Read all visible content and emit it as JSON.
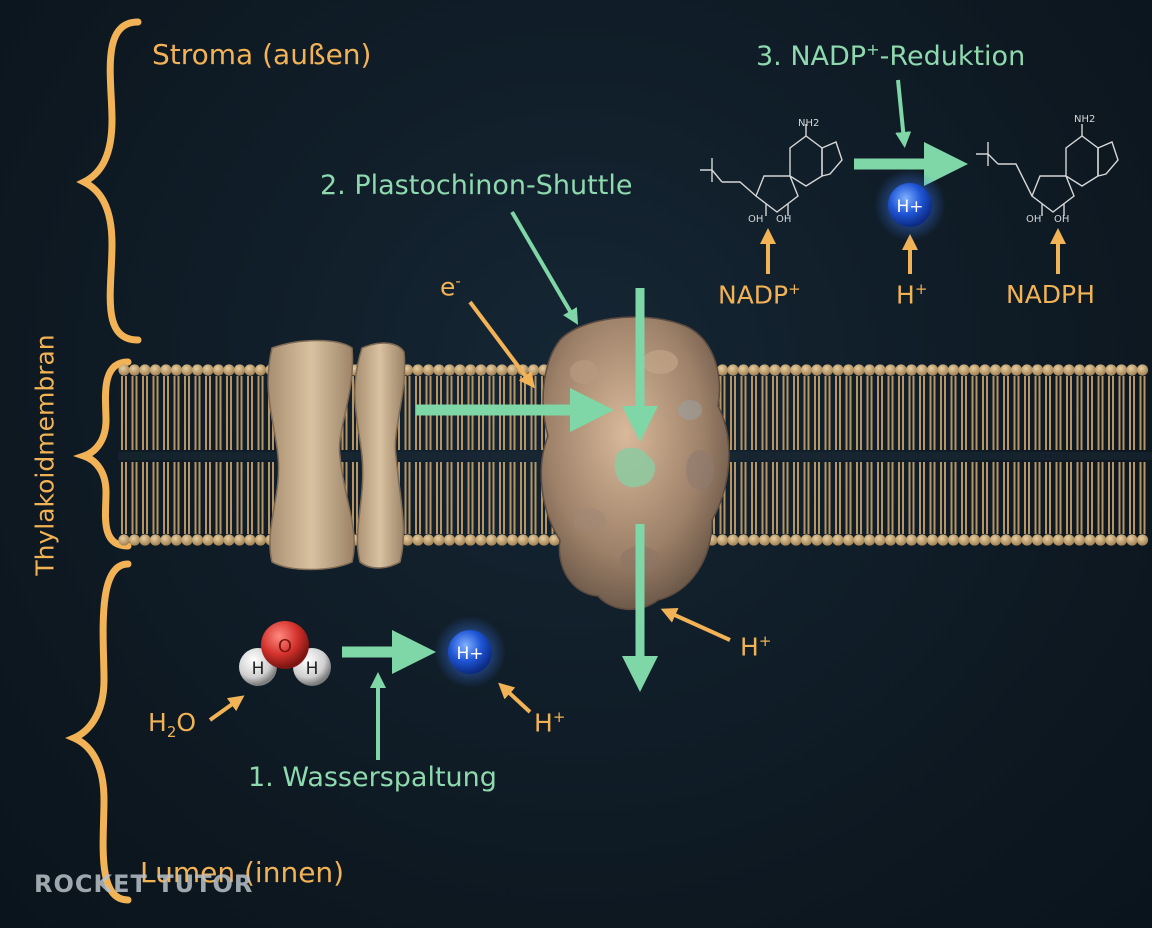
{
  "regions": {
    "stroma": "Stroma (außen)",
    "membrane": "Thylakoidmembran",
    "lumen": "Lumen (innen)"
  },
  "steps": {
    "step1": "1. Wasserspaltung",
    "step2": "2. Plastochinon-Shuttle",
    "step3_a": "3. NADP",
    "step3_sup": "+",
    "step3_b": "-Reduktion"
  },
  "labels": {
    "electron": "e",
    "electron_sup": "-",
    "h2o_h": "H",
    "h2o_sub": "2",
    "h2o_o": "O",
    "hplus_lumen_h": "H",
    "hplus_lumen_sup": "+",
    "hplus_right_h": "H",
    "hplus_right_sup": "+",
    "nadp": "NADP",
    "nadp_sup": "+",
    "hplus_top_h": "H",
    "hplus_top_sup": "+",
    "nadph": "NADPH"
  },
  "molecules": {
    "water_o": "O",
    "water_h1": "H",
    "water_h2": "H",
    "proton_ion": "H+",
    "proton_ion_top": "H+",
    "nh2_left": "NH2",
    "nh2_right": "NH2",
    "oh_left_1": "OH",
    "oh_left_2": "OH",
    "oh_right_1": "OH",
    "oh_right_2": "OH"
  },
  "branding": {
    "logo": "ROCKET TUTOR"
  },
  "colors": {
    "label_orange": "#f2b256",
    "step_green": "#8fd9ae",
    "arrow_green": "#7fd6a6",
    "membrane": "#c9a97a",
    "background": "#0f1b25",
    "proton_blue": "#2f6de8",
    "oxygen_red": "#d2312b"
  }
}
